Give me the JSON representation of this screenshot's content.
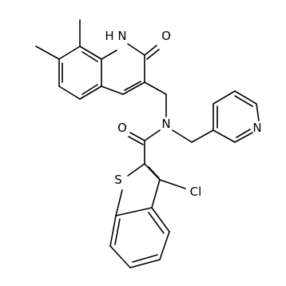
{
  "molecule": {
    "atom_labels": {
      "nh": "H",
      "n1": "N",
      "o1": "O",
      "o2": "O",
      "n2": "N",
      "n3": "N",
      "s1": "S",
      "cl": "Cl"
    }
  }
}
